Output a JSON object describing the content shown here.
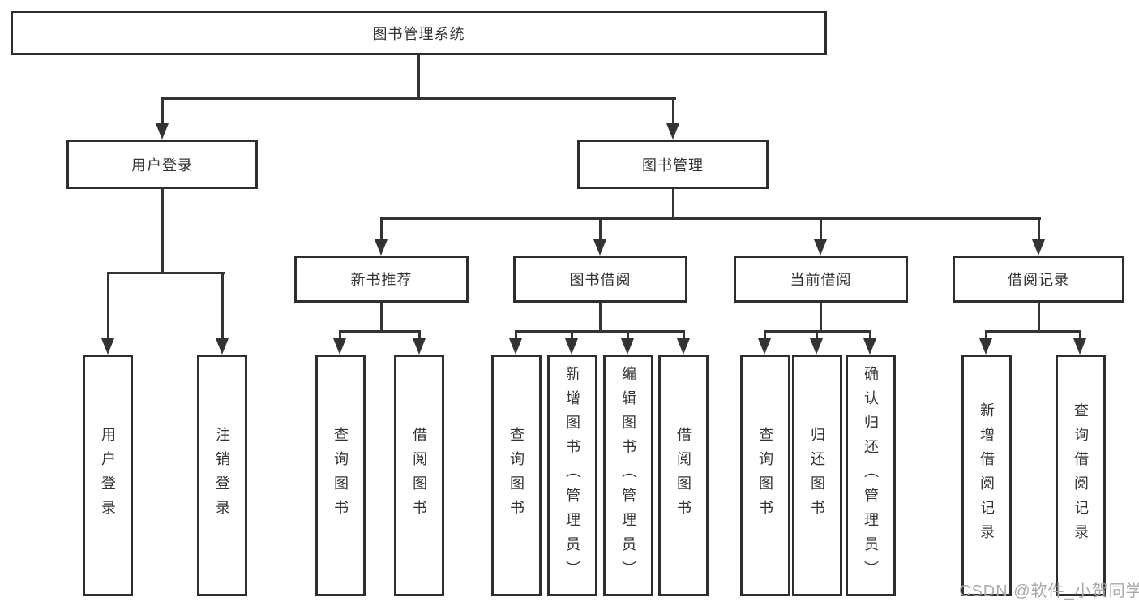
{
  "tree": {
    "label": "图书管理系统",
    "children": [
      {
        "label": "用户登录",
        "children": [
          {
            "label": "用户登录"
          },
          {
            "label": "注销登录"
          }
        ]
      },
      {
        "label": "图书管理",
        "children": [
          {
            "label": "新书推荐",
            "children": [
              {
                "label": "查询图书"
              },
              {
                "label": "借阅图书"
              }
            ]
          },
          {
            "label": "图书借阅",
            "children": [
              {
                "label": "查询图书"
              },
              {
                "label": "新增图书（管理员）"
              },
              {
                "label": "编辑图书（管理员）"
              },
              {
                "label": "借阅图书"
              }
            ]
          },
          {
            "label": "当前借阅",
            "children": [
              {
                "label": "查询图书"
              },
              {
                "label": "归还图书"
              },
              {
                "label": "确认归还（管理员）"
              }
            ]
          },
          {
            "label": "借阅记录",
            "children": [
              {
                "label": "新增借阅记录"
              },
              {
                "label": "查询借阅记录"
              }
            ]
          }
        ]
      }
    ]
  },
  "watermark": {
    "text": "CSDN @软件_小贺同学"
  },
  "colors": {
    "line": "#333333",
    "border": "#2e2e2e",
    "text": "#333333",
    "watermark": "#a9a9a9",
    "background": "#ffffff"
  }
}
